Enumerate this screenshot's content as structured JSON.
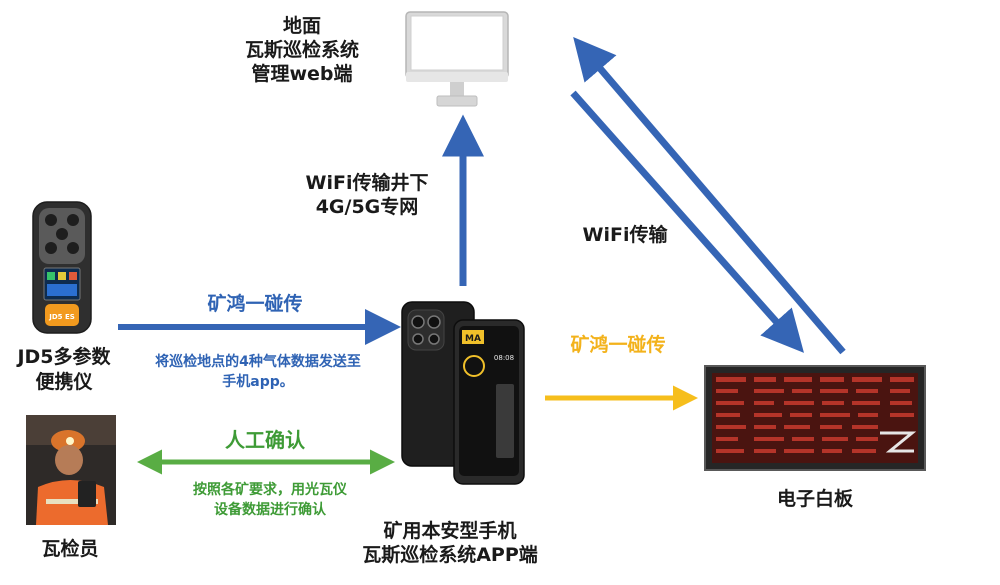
{
  "nodes": {
    "web": {
      "lines": [
        "地面",
        "瓦斯巡检系统",
        "管理web端"
      ]
    },
    "detector": {
      "lines": [
        "JD5多参数",
        "便携仪"
      ],
      "device_text": "JD5 ES"
    },
    "inspector": {
      "lines": [
        "瓦检员"
      ]
    },
    "phone": {
      "lines": [
        "矿用本安型手机",
        "瓦斯巡检系统APP端"
      ],
      "brand_mark": "MA",
      "clock": "08:08"
    },
    "board": {
      "lines": [
        "电子白板"
      ]
    }
  },
  "edges": {
    "detector_to_phone": {
      "label": "矿鸿一碰传",
      "description": [
        "将巡检地点的4种气体数据发送至",
        "手机app。"
      ]
    },
    "inspector_phone": {
      "label": "人工确认",
      "description": [
        "按照各矿要求，用光瓦仪",
        "设备数据进行确认"
      ]
    },
    "phone_to_web": {
      "label": [
        "WiFi传输井下",
        "4G/5G专网"
      ]
    },
    "phone_to_board": {
      "label": "矿鸿一碰传"
    },
    "board_web": {
      "label": "WiFi传输"
    }
  },
  "colors": {
    "blue_arrow": "#3565b5",
    "green_arrow": "#59ad44",
    "gold_arrow": "#f6be1c"
  }
}
